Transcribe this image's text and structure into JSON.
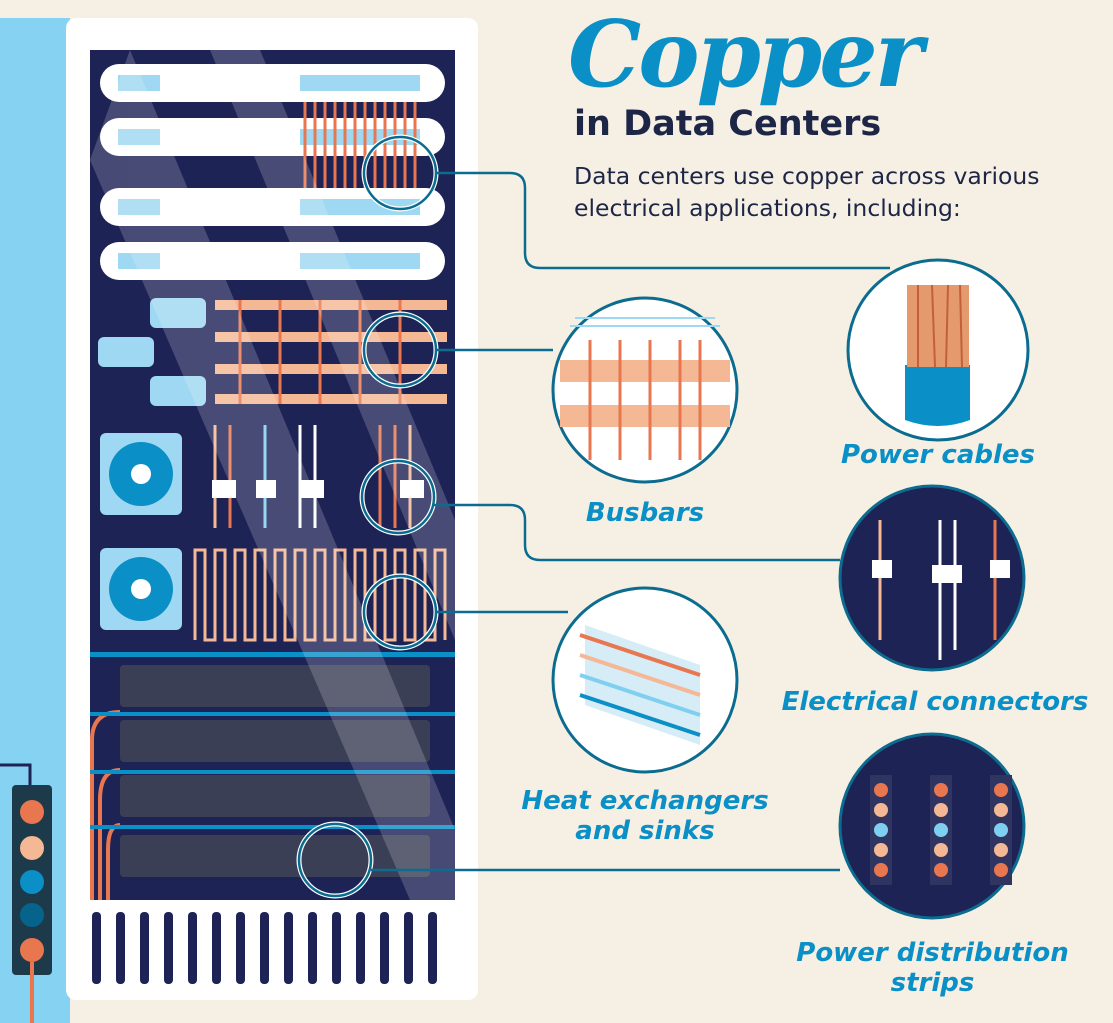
{
  "header": {
    "title": "Copper",
    "subtitle": "in Data Centers",
    "description": "Data centers use copper across various electrical applications, including:"
  },
  "applications": [
    {
      "label": "Power cables",
      "icon": "power-cable-icon"
    },
    {
      "label": "Busbars",
      "icon": "busbar-icon"
    },
    {
      "label": "Electrical connectors",
      "icon": "connector-icon"
    },
    {
      "label": "Heat exchangers and sinks",
      "label_line1": "Heat exchangers",
      "label_line2": "and sinks",
      "icon": "heat-exchanger-icon"
    },
    {
      "label": "Power distribution strips",
      "label_line1": "Power distribution",
      "label_line2": "strips",
      "icon": "power-strip-icon"
    }
  ],
  "colors": {
    "accent": "#0a8fc6",
    "navy": "#1e2356",
    "copper": "#e8764f",
    "copper_light": "#f5b894",
    "background": "#f6f0e4"
  }
}
